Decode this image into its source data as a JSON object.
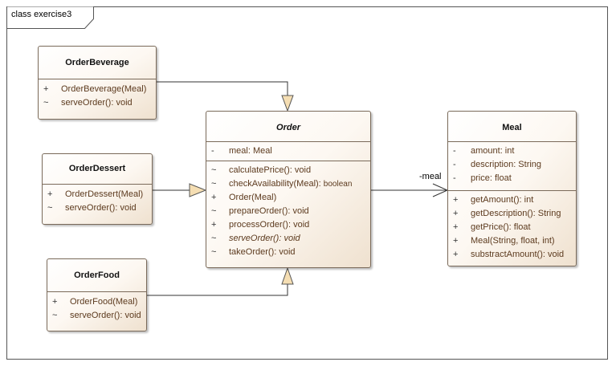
{
  "diagram_title": "class exercise3",
  "association_label": "-meal",
  "classes": {
    "order_beverage": {
      "name": "OrderBeverage",
      "methods": [
        {
          "vis": "+",
          "text": "OrderBeverage(Meal)"
        },
        {
          "vis": "~",
          "text": "serveOrder(): void"
        }
      ]
    },
    "order_dessert": {
      "name": "OrderDessert",
      "methods": [
        {
          "vis": "+",
          "text": "OrderDessert(Meal)"
        },
        {
          "vis": "~",
          "text": "serveOrder(): void"
        }
      ]
    },
    "order_food": {
      "name": "OrderFood",
      "methods": [
        {
          "vis": "+",
          "text": "OrderFood(Meal)"
        },
        {
          "vis": "~",
          "text": "serveOrder(): void"
        }
      ]
    },
    "order": {
      "name": "Order",
      "attributes": [
        {
          "vis": "-",
          "text": "meal: Meal"
        }
      ],
      "methods": [
        {
          "vis": "~",
          "text": "calculatePrice(): void"
        },
        {
          "vis": "~",
          "text": "checkAvailability(Meal):",
          "type": "boolean"
        },
        {
          "vis": "+",
          "text": "Order(Meal)"
        },
        {
          "vis": "~",
          "text": "prepareOrder(): void"
        },
        {
          "vis": "+",
          "text": "processOrder(): void"
        },
        {
          "vis": "~",
          "text": "serveOrder(): void"
        },
        {
          "vis": "~",
          "text": "takeOrder(): void"
        }
      ]
    },
    "meal": {
      "name": "Meal",
      "attributes": [
        {
          "vis": "-",
          "text": "amount: int"
        },
        {
          "vis": "-",
          "text": "description: String"
        },
        {
          "vis": "-",
          "text": "price: float"
        }
      ],
      "methods": [
        {
          "vis": "+",
          "text": "getAmount(): int"
        },
        {
          "vis": "+",
          "text": "getDescription(): String"
        },
        {
          "vis": "+",
          "text": "getPrice(): float"
        },
        {
          "vis": "+",
          "text": "Meal(String, float, int)"
        },
        {
          "vis": "+",
          "text": "substractAmount(): void"
        }
      ]
    }
  },
  "colors": {
    "border": "#7a6a5a",
    "member_text": "#5c3a1e",
    "arrow_fill": "#f5deb3"
  }
}
